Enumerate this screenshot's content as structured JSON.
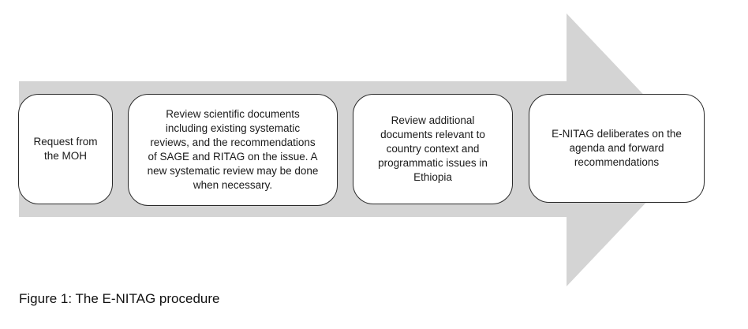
{
  "diagram": {
    "arrow_color": "#d4d4d4",
    "box_border_color": "#2a2a2a",
    "steps": [
      {
        "text": "Request from\nthe MOH"
      },
      {
        "text": "Review scientific documents\nincluding existing systematic\nreviews, and the recommendations\nof SAGE and RITAG on the issue. A\nnew systematic review may be done\nwhen necessary."
      },
      {
        "text": "Review additional\ndocuments  relevant to\ncountry context and\nprogrammatic  issues in\nEthiopia"
      },
      {
        "text": "E-NITAG deliberates on the\nagenda and forward\nrecommendations"
      }
    ]
  },
  "caption": "Figure 1: The E-NITAG procedure"
}
